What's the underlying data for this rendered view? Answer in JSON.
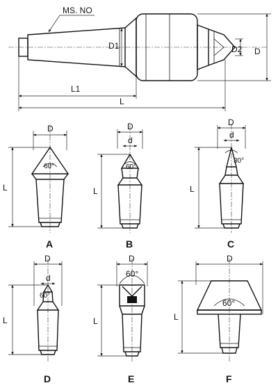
{
  "main_drawing": {
    "taper_label": "MS. NO",
    "d1_label": "D1",
    "d2_label": "D2",
    "d_label": "D",
    "l1_label": "L1",
    "l_label": "L"
  },
  "variants": [
    {
      "caption": "A",
      "angle": "60°",
      "d_top": "D",
      "d_inner": "",
      "l_side": "L"
    },
    {
      "caption": "B",
      "angle": "60°",
      "d_top": "D",
      "d_inner": "d",
      "l_side": "L"
    },
    {
      "caption": "C",
      "angle": "30°",
      "d_top": "D",
      "d_inner": "d",
      "l_side": "L"
    },
    {
      "caption": "D",
      "angle": "60°",
      "d_top": "D",
      "d_inner": "d",
      "l_side": "L"
    },
    {
      "caption": "E",
      "angle": "60°",
      "d_top": "D",
      "d_inner": "",
      "l_side": "L"
    },
    {
      "caption": "F",
      "angle": "60°",
      "d_top": "D",
      "d_inner": "",
      "l_side": "L"
    }
  ]
}
